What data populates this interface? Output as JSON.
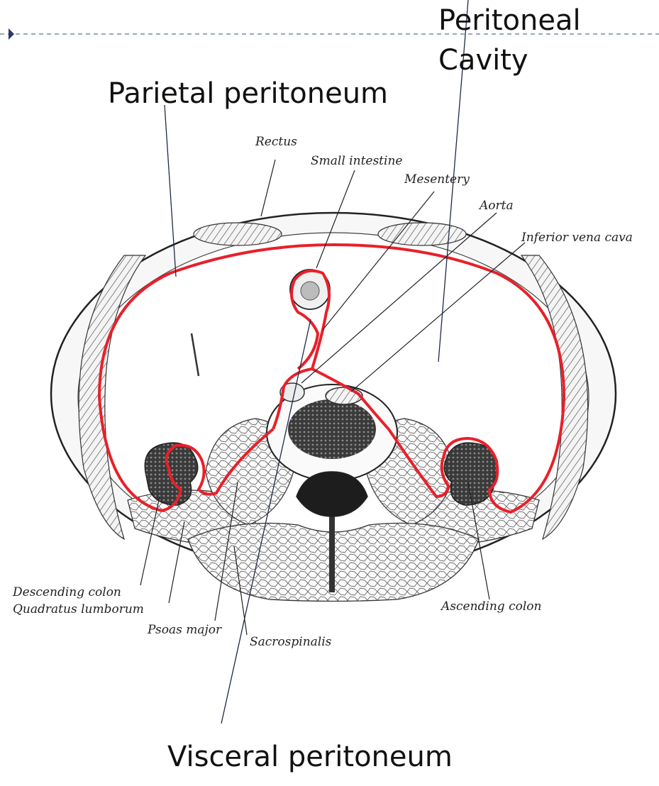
{
  "callouts": {
    "parietal": "Parietal peritoneum",
    "cavity_line1": "Peritoneal",
    "cavity_line2": "Cavity",
    "visceral": "Visceral peritoneum"
  },
  "anatomy": {
    "rectus": "Rectus",
    "small_intestine": "Small intestine",
    "mesentery": "Mesentery",
    "aorta": "Aorta",
    "ivc": "Inferior vena cava",
    "descending_colon": "Descending colon",
    "quadratus": "Quadratus lumborum",
    "psoas": "Psoas major",
    "sacrospinalis": "Sacrospinalis",
    "ascending_colon": "Ascending colon"
  },
  "colors": {
    "peritoneum": "#e8202a",
    "leader": "#1f2a44",
    "slide_accent": "#2a3a6a"
  },
  "icons": {
    "bullet": "triangle-bullet-icon"
  }
}
